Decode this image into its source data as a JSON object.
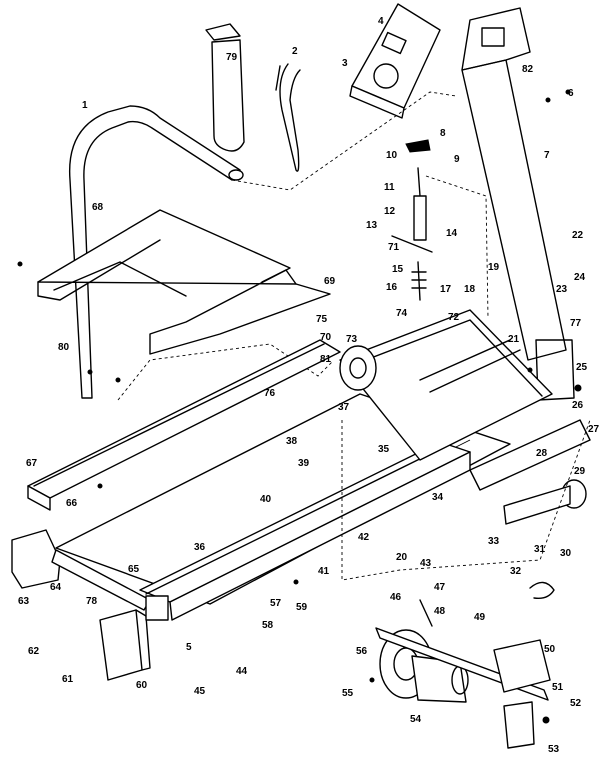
{
  "labels": [
    "1",
    "2",
    "3",
    "4",
    "5",
    "6",
    "7",
    "8",
    "9",
    "10",
    "11",
    "12",
    "13",
    "14",
    "15",
    "16",
    "17",
    "18",
    "19",
    "20",
    "21",
    "22",
    "23",
    "24",
    "25",
    "26",
    "27",
    "28",
    "29",
    "30",
    "31",
    "32",
    "33",
    "34",
    "35",
    "36",
    "37",
    "38",
    "39",
    "40",
    "41",
    "42",
    "43",
    "44",
    "45",
    "46",
    "47",
    "48",
    "49",
    "50",
    "51",
    "52",
    "53",
    "54",
    "55",
    "56",
    "57",
    "58",
    "59",
    "60",
    "61",
    "62",
    "63",
    "64",
    "65",
    "66",
    "67",
    "68",
    "69",
    "70",
    "71",
    "72",
    "73",
    "74",
    "75",
    "76",
    "77",
    "78",
    "79",
    "80",
    "81",
    "82"
  ]
}
